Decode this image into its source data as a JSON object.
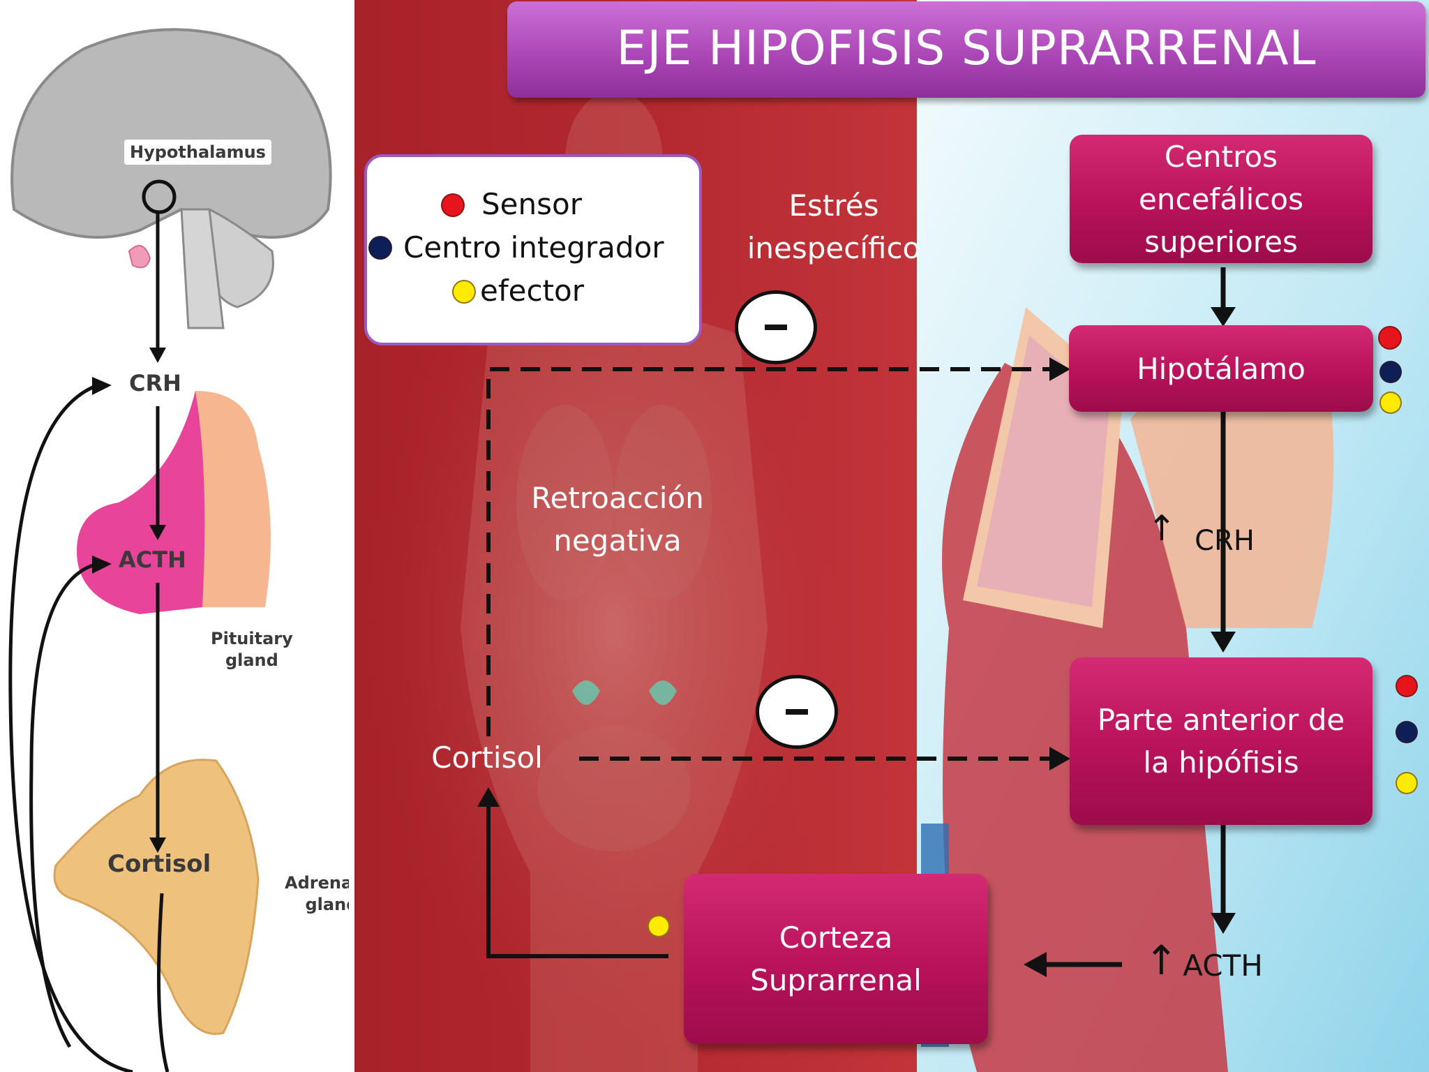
{
  "title": "EJE HIPOFISIS SUPRARRENAL",
  "legend": {
    "sensor": "Sensor",
    "integrator": "Centro integrador",
    "effector": "efector"
  },
  "stressor": "Estrés\ninespecífico",
  "feedback_label": "Retroacción\nnegativa",
  "cortisol_label": "Cortisol",
  "boxes": {
    "higher_centers": "Centros\nencefálicos\nsuperiores",
    "hypothalamus": "Hipotálamo",
    "anterior_pituitary": "Parte anterior de\nla hipófisis",
    "adrenal_cortex": "Corteza\nSuprarrenal"
  },
  "hormones": {
    "crh": "CRH",
    "acth": "ACTH",
    "increase_symbol": "↑"
  },
  "left_panel": {
    "hypothalamus": "Hypothalamus",
    "crh": "CRH",
    "acth": "ACTH",
    "pituitary": "Pituitary\ngland",
    "cortisol": "Cortisol",
    "adrenal": "Adrenal\ngland"
  },
  "colors": {
    "sensor": "#e8141b",
    "integrator": "#0e1f57",
    "effector": "#ffeb00",
    "box": "#b8125a",
    "title": "#a845b4"
  }
}
